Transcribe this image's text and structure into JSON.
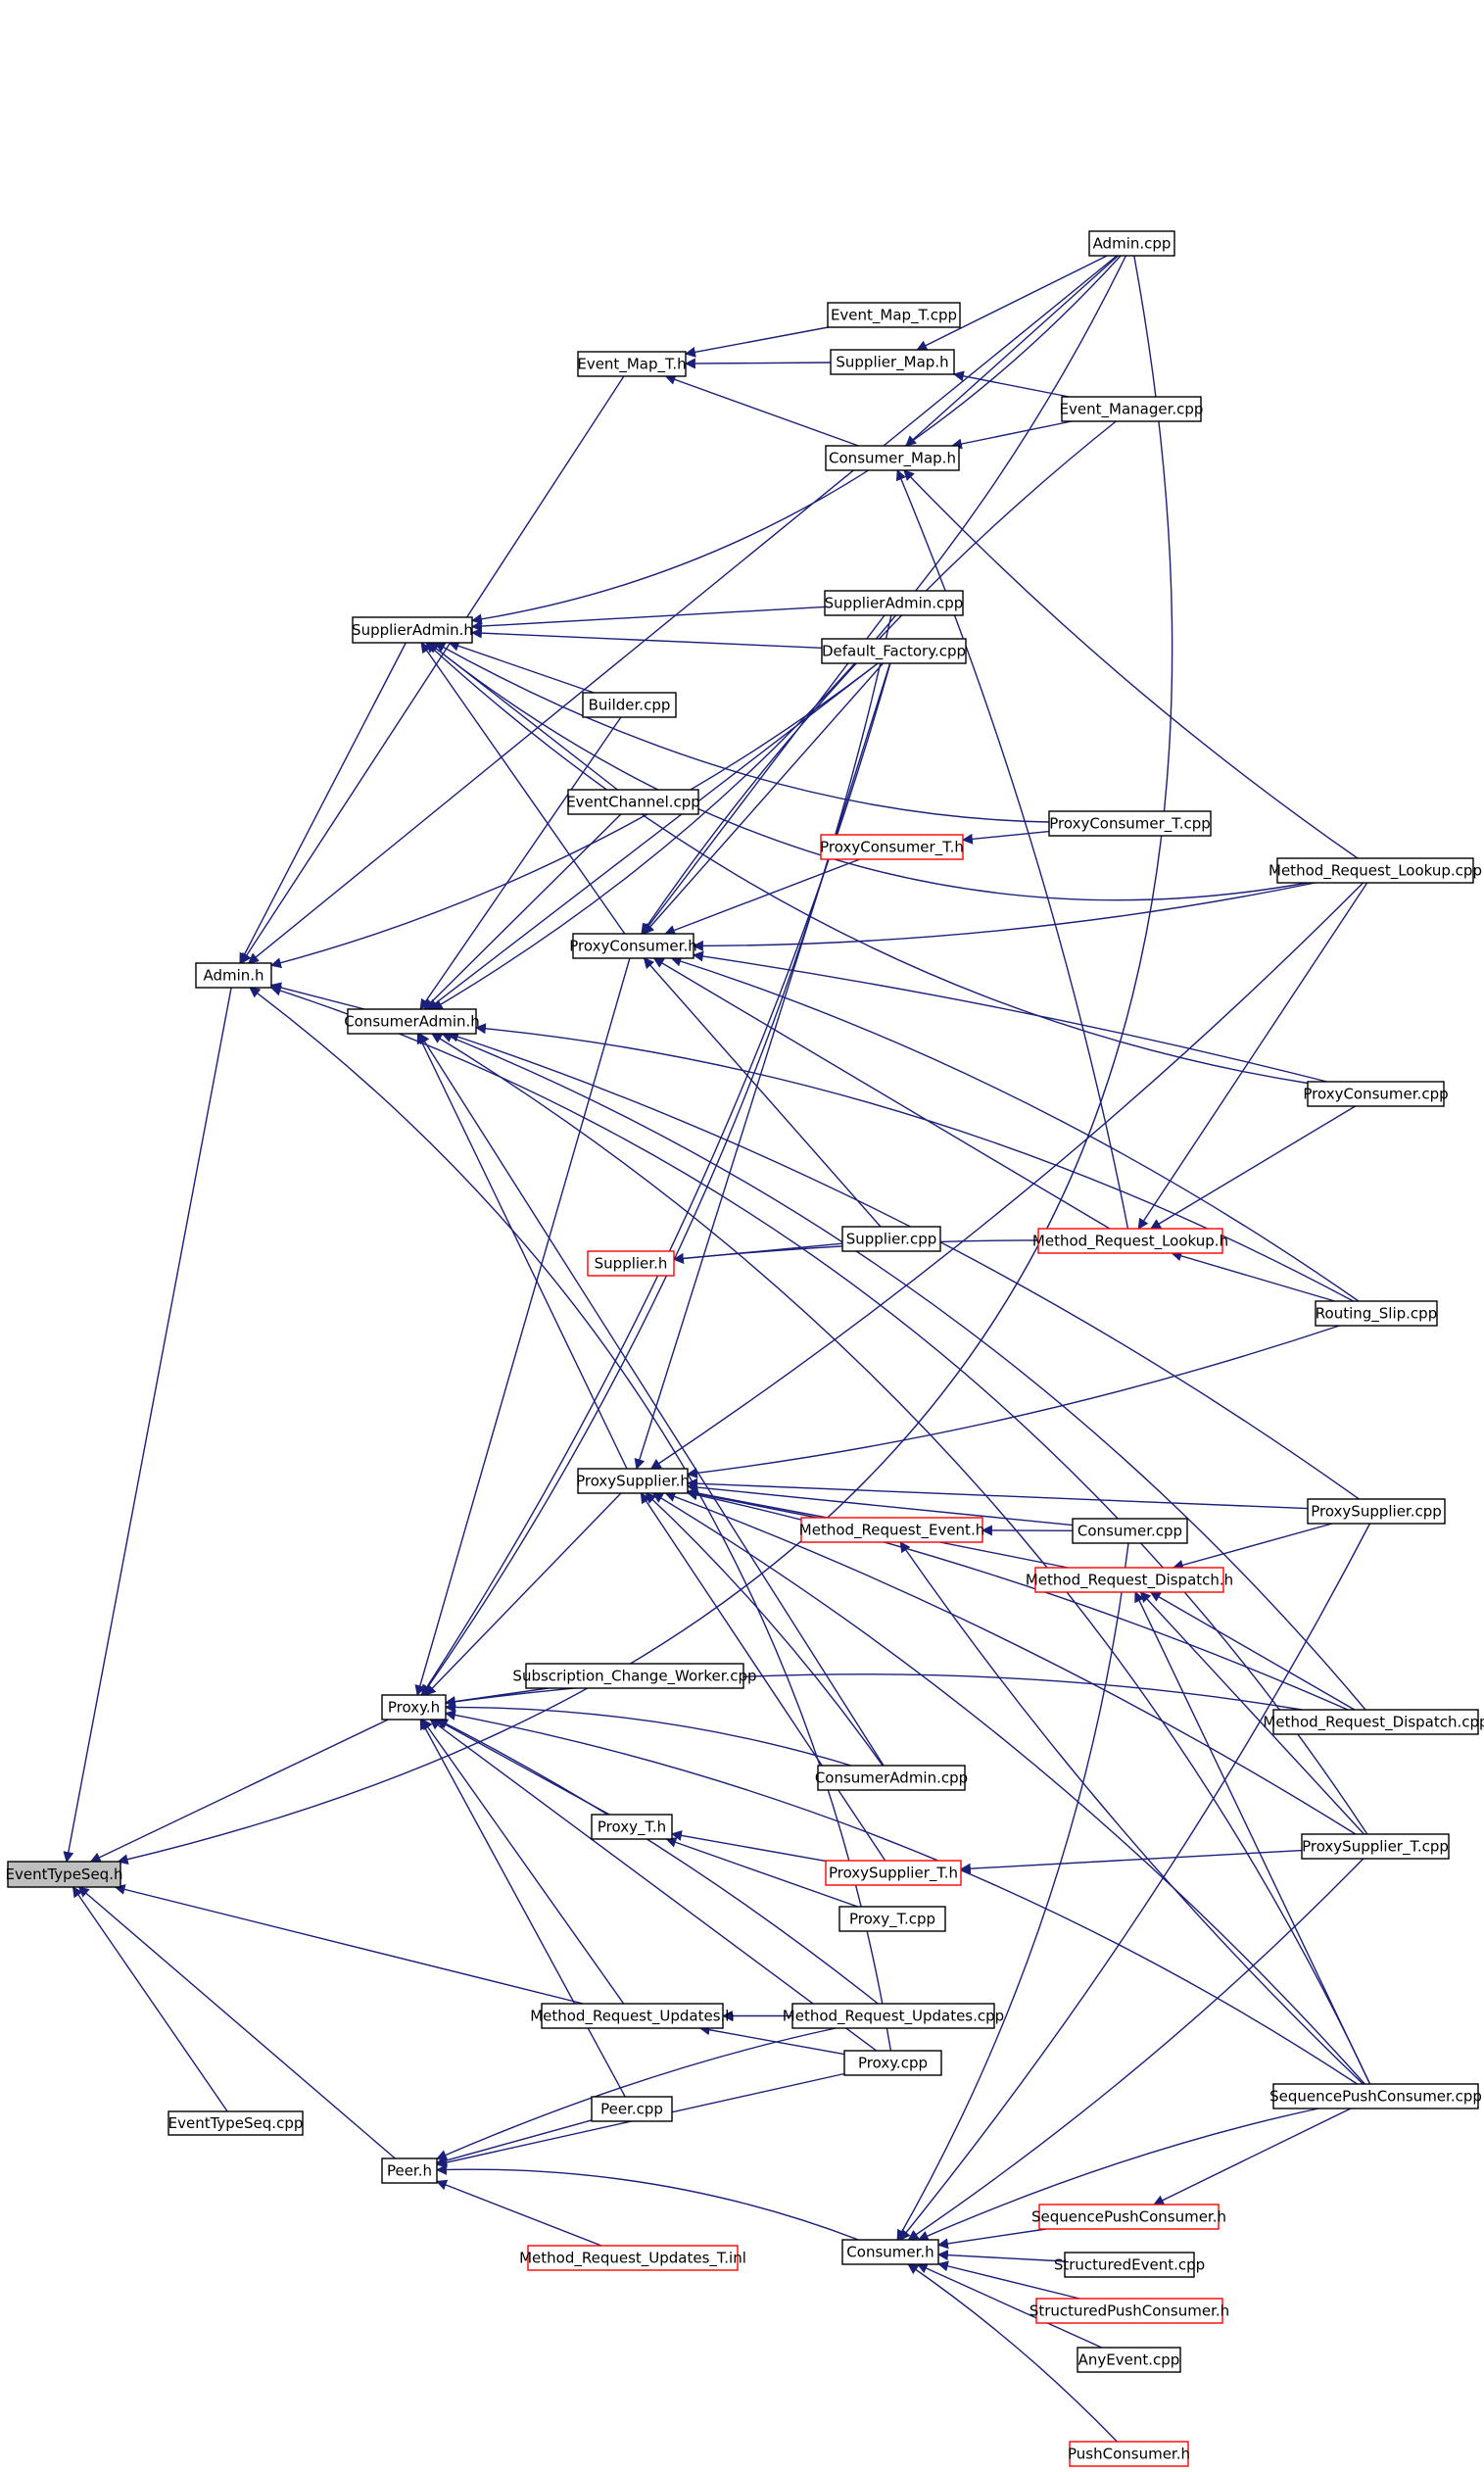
{
  "diagram": {
    "colors": {
      "edge": "#1a1f7a",
      "node_border_default": "#000000",
      "node_border_undocumented": "#ff0000",
      "node_fill_root": "#bfbfbf",
      "node_fill": "#ffffff"
    },
    "nodes": [
      {
        "id": "eventtypeseq_h",
        "label": "EventTypeSeq.h",
        "style": "root"
      },
      {
        "id": "eventtypeseq_cpp",
        "label": "EventTypeSeq.cpp",
        "style": "normal"
      },
      {
        "id": "admin_h",
        "label": "Admin.h",
        "style": "normal"
      },
      {
        "id": "proxy_h",
        "label": "Proxy.h",
        "style": "normal"
      },
      {
        "id": "peer_h",
        "label": "Peer.h",
        "style": "normal"
      },
      {
        "id": "supplieradmin_h",
        "label": "SupplierAdmin.h",
        "style": "normal"
      },
      {
        "id": "consumeradmin_h",
        "label": "ConsumerAdmin.h",
        "style": "normal"
      },
      {
        "id": "event_map_t_h",
        "label": "Event_Map_T.h",
        "style": "normal"
      },
      {
        "id": "builder_cpp",
        "label": "Builder.cpp",
        "style": "normal"
      },
      {
        "id": "eventchannel_cpp",
        "label": "EventChannel.cpp",
        "style": "normal"
      },
      {
        "id": "proxyconsumer_h",
        "label": "ProxyConsumer.h",
        "style": "normal"
      },
      {
        "id": "supplier_h",
        "label": "Supplier.h",
        "style": "red"
      },
      {
        "id": "proxysupplier_h",
        "label": "ProxySupplier.h",
        "style": "normal"
      },
      {
        "id": "subscription_change_worker_cpp",
        "label": "Subscription_Change_Worker.cpp",
        "style": "normal"
      },
      {
        "id": "proxy_t_h",
        "label": "Proxy_T.h",
        "style": "normal"
      },
      {
        "id": "method_request_updates_h",
        "label": "Method_Request_Updates.h",
        "style": "normal"
      },
      {
        "id": "peer_cpp",
        "label": "Peer.cpp",
        "style": "normal"
      },
      {
        "id": "method_request_updates_t_inl",
        "label": "Method_Request_Updates_T.inl",
        "style": "red"
      },
      {
        "id": "event_map_t_cpp",
        "label": "Event_Map_T.cpp",
        "style": "normal"
      },
      {
        "id": "supplier_map_h",
        "label": "Supplier_Map.h",
        "style": "normal"
      },
      {
        "id": "consumer_map_h",
        "label": "Consumer_Map.h",
        "style": "normal"
      },
      {
        "id": "supplieradmin_cpp",
        "label": "SupplierAdmin.cpp",
        "style": "normal"
      },
      {
        "id": "default_factory_cpp",
        "label": "Default_Factory.cpp",
        "style": "normal"
      },
      {
        "id": "proxyconsumer_t_h",
        "label": "ProxyConsumer_T.h",
        "style": "red"
      },
      {
        "id": "supplier_cpp",
        "label": "Supplier.cpp",
        "style": "normal"
      },
      {
        "id": "method_request_event_h",
        "label": "Method_Request_Event.h",
        "style": "red"
      },
      {
        "id": "consumeradmin_cpp",
        "label": "ConsumerAdmin.cpp",
        "style": "normal"
      },
      {
        "id": "proxysupplier_t_h",
        "label": "ProxySupplier_T.h",
        "style": "red"
      },
      {
        "id": "proxy_t_cpp",
        "label": "Proxy_T.cpp",
        "style": "normal"
      },
      {
        "id": "method_request_updates_cpp",
        "label": "Method_Request_Updates.cpp",
        "style": "normal"
      },
      {
        "id": "proxy_cpp",
        "label": "Proxy.cpp",
        "style": "normal"
      },
      {
        "id": "consumer_h",
        "label": "Consumer.h",
        "style": "normal"
      },
      {
        "id": "admin_cpp",
        "label": "Admin.cpp",
        "style": "normal"
      },
      {
        "id": "event_manager_cpp",
        "label": "Event_Manager.cpp",
        "style": "normal"
      },
      {
        "id": "proxyconsumer_t_cpp",
        "label": "ProxyConsumer_T.cpp",
        "style": "normal"
      },
      {
        "id": "method_request_lookup_h",
        "label": "Method_Request_Lookup.h",
        "style": "red"
      },
      {
        "id": "consumer_cpp",
        "label": "Consumer.cpp",
        "style": "normal"
      },
      {
        "id": "method_request_dispatch_h",
        "label": "Method_Request_Dispatch.h",
        "style": "red"
      },
      {
        "id": "sequencepushconsumer_h",
        "label": "SequencePushConsumer.h",
        "style": "red"
      },
      {
        "id": "structuredevent_cpp",
        "label": "StructuredEvent.cpp",
        "style": "normal"
      },
      {
        "id": "structuredpushconsumer_h",
        "label": "StructuredPushConsumer.h",
        "style": "red"
      },
      {
        "id": "anyevent_cpp",
        "label": "AnyEvent.cpp",
        "style": "normal"
      },
      {
        "id": "pushconsumer_h",
        "label": "PushConsumer.h",
        "style": "red"
      },
      {
        "id": "method_request_lookup_cpp",
        "label": "Method_Request_Lookup.cpp",
        "style": "normal"
      },
      {
        "id": "proxyconsumer_cpp",
        "label": "ProxyConsumer.cpp",
        "style": "normal"
      },
      {
        "id": "routing_slip_cpp",
        "label": "Routing_Slip.cpp",
        "style": "normal"
      },
      {
        "id": "proxysupplier_cpp",
        "label": "ProxySupplier.cpp",
        "style": "normal"
      },
      {
        "id": "method_request_dispatch_cpp",
        "label": "Method_Request_Dispatch.cpp",
        "style": "normal"
      },
      {
        "id": "proxysupplier_t_cpp",
        "label": "ProxySupplier_T.cpp",
        "style": "normal"
      },
      {
        "id": "sequencepushconsumer_cpp",
        "label": "SequencePushConsumer.cpp",
        "style": "normal"
      }
    ],
    "edges": [
      [
        "eventtypeseq_cpp",
        "eventtypeseq_h"
      ],
      [
        "admin_h",
        "eventtypeseq_h"
      ],
      [
        "proxy_h",
        "eventtypeseq_h"
      ],
      [
        "peer_h",
        "eventtypeseq_h"
      ],
      [
        "method_request_updates_h",
        "eventtypeseq_h"
      ],
      [
        "admin_cpp",
        "eventtypeseq_h"
      ],
      [
        "supplieradmin_h",
        "admin_h"
      ],
      [
        "consumeradmin_h",
        "admin_h"
      ],
      [
        "event_map_t_h",
        "admin_h"
      ],
      [
        "admin_cpp",
        "admin_h"
      ],
      [
        "default_factory_cpp",
        "admin_h"
      ],
      [
        "proxysupplier_t_cpp",
        "admin_h"
      ],
      [
        "proxy_cpp",
        "admin_h"
      ],
      [
        "builder_cpp",
        "supplieradmin_h"
      ],
      [
        "eventchannel_cpp",
        "supplieradmin_h"
      ],
      [
        "proxyconsumer_h",
        "supplieradmin_h"
      ],
      [
        "supplieradmin_cpp",
        "supplieradmin_h"
      ],
      [
        "default_factory_cpp",
        "supplieradmin_h"
      ],
      [
        "admin_cpp",
        "supplieradmin_h"
      ],
      [
        "proxyconsumer_t_cpp",
        "supplieradmin_h"
      ],
      [
        "method_request_lookup_cpp",
        "supplieradmin_h"
      ],
      [
        "proxyconsumer_cpp",
        "supplieradmin_h"
      ],
      [
        "eventchannel_cpp",
        "consumeradmin_h"
      ],
      [
        "proxysupplier_h",
        "consumeradmin_h"
      ],
      [
        "builder_cpp",
        "consumeradmin_h"
      ],
      [
        "consumeradmin_cpp",
        "consumeradmin_h"
      ],
      [
        "default_factory_cpp",
        "consumeradmin_h"
      ],
      [
        "admin_cpp",
        "consumeradmin_h"
      ],
      [
        "routing_slip_cpp",
        "consumeradmin_h"
      ],
      [
        "method_request_dispatch_cpp",
        "consumeradmin_h"
      ],
      [
        "sequencepushconsumer_cpp",
        "consumeradmin_h"
      ],
      [
        "proxysupplier_cpp",
        "consumeradmin_h"
      ],
      [
        "event_map_t_cpp",
        "event_map_t_h"
      ],
      [
        "supplier_map_h",
        "event_map_t_h"
      ],
      [
        "consumer_map_h",
        "event_map_t_h"
      ],
      [
        "admin_cpp",
        "supplier_map_h"
      ],
      [
        "event_manager_cpp",
        "supplier_map_h"
      ],
      [
        "admin_cpp",
        "consumer_map_h"
      ],
      [
        "event_manager_cpp",
        "consumer_map_h"
      ],
      [
        "method_request_lookup_cpp",
        "consumer_map_h"
      ],
      [
        "method_request_lookup_h",
        "consumer_map_h"
      ],
      [
        "proxyconsumer_h",
        "proxy_h"
      ],
      [
        "proxysupplier_h",
        "proxy_h"
      ],
      [
        "subscription_change_worker_cpp",
        "proxy_h"
      ],
      [
        "proxy_t_h",
        "proxy_h"
      ],
      [
        "method_request_updates_h",
        "proxy_h"
      ],
      [
        "peer_cpp",
        "proxy_h"
      ],
      [
        "proxy_cpp",
        "proxy_h"
      ],
      [
        "method_request_updates_cpp",
        "proxy_h"
      ],
      [
        "consumeradmin_cpp",
        "proxy_h"
      ],
      [
        "supplieradmin_cpp",
        "proxy_h"
      ],
      [
        "default_factory_cpp",
        "proxy_h"
      ],
      [
        "method_request_dispatch_cpp",
        "proxy_h"
      ],
      [
        "sequencepushconsumer_cpp",
        "proxy_h"
      ],
      [
        "supplieradmin_cpp",
        "proxyconsumer_h"
      ],
      [
        "default_factory_cpp",
        "proxyconsumer_h"
      ],
      [
        "proxyconsumer_t_h",
        "proxyconsumer_h"
      ],
      [
        "supplier_cpp",
        "proxyconsumer_h"
      ],
      [
        "method_request_lookup_h",
        "proxyconsumer_h"
      ],
      [
        "method_request_lookup_cpp",
        "proxyconsumer_h"
      ],
      [
        "proxyconsumer_cpp",
        "proxyconsumer_h"
      ],
      [
        "routing_slip_cpp",
        "proxyconsumer_h"
      ],
      [
        "event_manager_cpp",
        "proxyconsumer_h"
      ],
      [
        "proxyconsumer_t_cpp",
        "proxyconsumer_t_h"
      ],
      [
        "supplier_cpp",
        "supplier_h"
      ],
      [
        "method_request_lookup_h",
        "supplier_h"
      ],
      [
        "default_factory_cpp",
        "proxysupplier_h"
      ],
      [
        "consumeradmin_cpp",
        "proxysupplier_h"
      ],
      [
        "method_request_event_h",
        "proxysupplier_h"
      ],
      [
        "consumer_cpp",
        "proxysupplier_h"
      ],
      [
        "method_request_dispatch_h",
        "proxysupplier_h"
      ],
      [
        "proxysupplier_t_h",
        "proxysupplier_h"
      ],
      [
        "proxysupplier_cpp",
        "proxysupplier_h"
      ],
      [
        "method_request_dispatch_cpp",
        "proxysupplier_h"
      ],
      [
        "routing_slip_cpp",
        "proxysupplier_h"
      ],
      [
        "sequencepushconsumer_cpp",
        "proxysupplier_h"
      ],
      [
        "method_request_lookup_cpp",
        "proxysupplier_h"
      ],
      [
        "proxysupplier_t_cpp",
        "proxysupplier_h"
      ],
      [
        "consumer_cpp",
        "method_request_event_h"
      ],
      [
        "sequencepushconsumer_cpp",
        "method_request_event_h"
      ],
      [
        "method_request_dispatch_cpp",
        "method_request_dispatch_h"
      ],
      [
        "proxysupplier_cpp",
        "method_request_dispatch_h"
      ],
      [
        "sequencepushconsumer_cpp",
        "method_request_dispatch_h"
      ],
      [
        "proxysupplier_t_cpp",
        "method_request_dispatch_h"
      ],
      [
        "method_request_lookup_cpp",
        "method_request_lookup_h"
      ],
      [
        "proxyconsumer_cpp",
        "method_request_lookup_h"
      ],
      [
        "routing_slip_cpp",
        "method_request_lookup_h"
      ],
      [
        "proxy_t_cpp",
        "proxy_t_h"
      ],
      [
        "proxysupplier_t_h",
        "proxy_t_h"
      ],
      [
        "proxysupplier_t_cpp",
        "proxysupplier_t_h"
      ],
      [
        "method_request_updates_cpp",
        "method_request_updates_h"
      ],
      [
        "proxy_cpp",
        "method_request_updates_h"
      ],
      [
        "peer_cpp",
        "peer_h"
      ],
      [
        "method_request_updates_t_inl",
        "peer_h"
      ],
      [
        "consumer_h",
        "peer_h"
      ],
      [
        "proxy_cpp",
        "peer_h"
      ],
      [
        "method_request_updates_cpp",
        "peer_h"
      ],
      [
        "sequencepushconsumer_h",
        "consumer_h"
      ],
      [
        "structuredevent_cpp",
        "consumer_h"
      ],
      [
        "structuredpushconsumer_h",
        "consumer_h"
      ],
      [
        "anyevent_cpp",
        "consumer_h"
      ],
      [
        "pushconsumer_h",
        "consumer_h"
      ],
      [
        "sequencepushconsumer_cpp",
        "consumer_h"
      ],
      [
        "consumer_cpp",
        "consumer_h"
      ],
      [
        "proxysupplier_cpp",
        "consumer_h"
      ],
      [
        "proxysupplier_t_cpp",
        "consumer_h"
      ],
      [
        "sequencepushconsumer_cpp",
        "sequencepushconsumer_h"
      ]
    ]
  }
}
